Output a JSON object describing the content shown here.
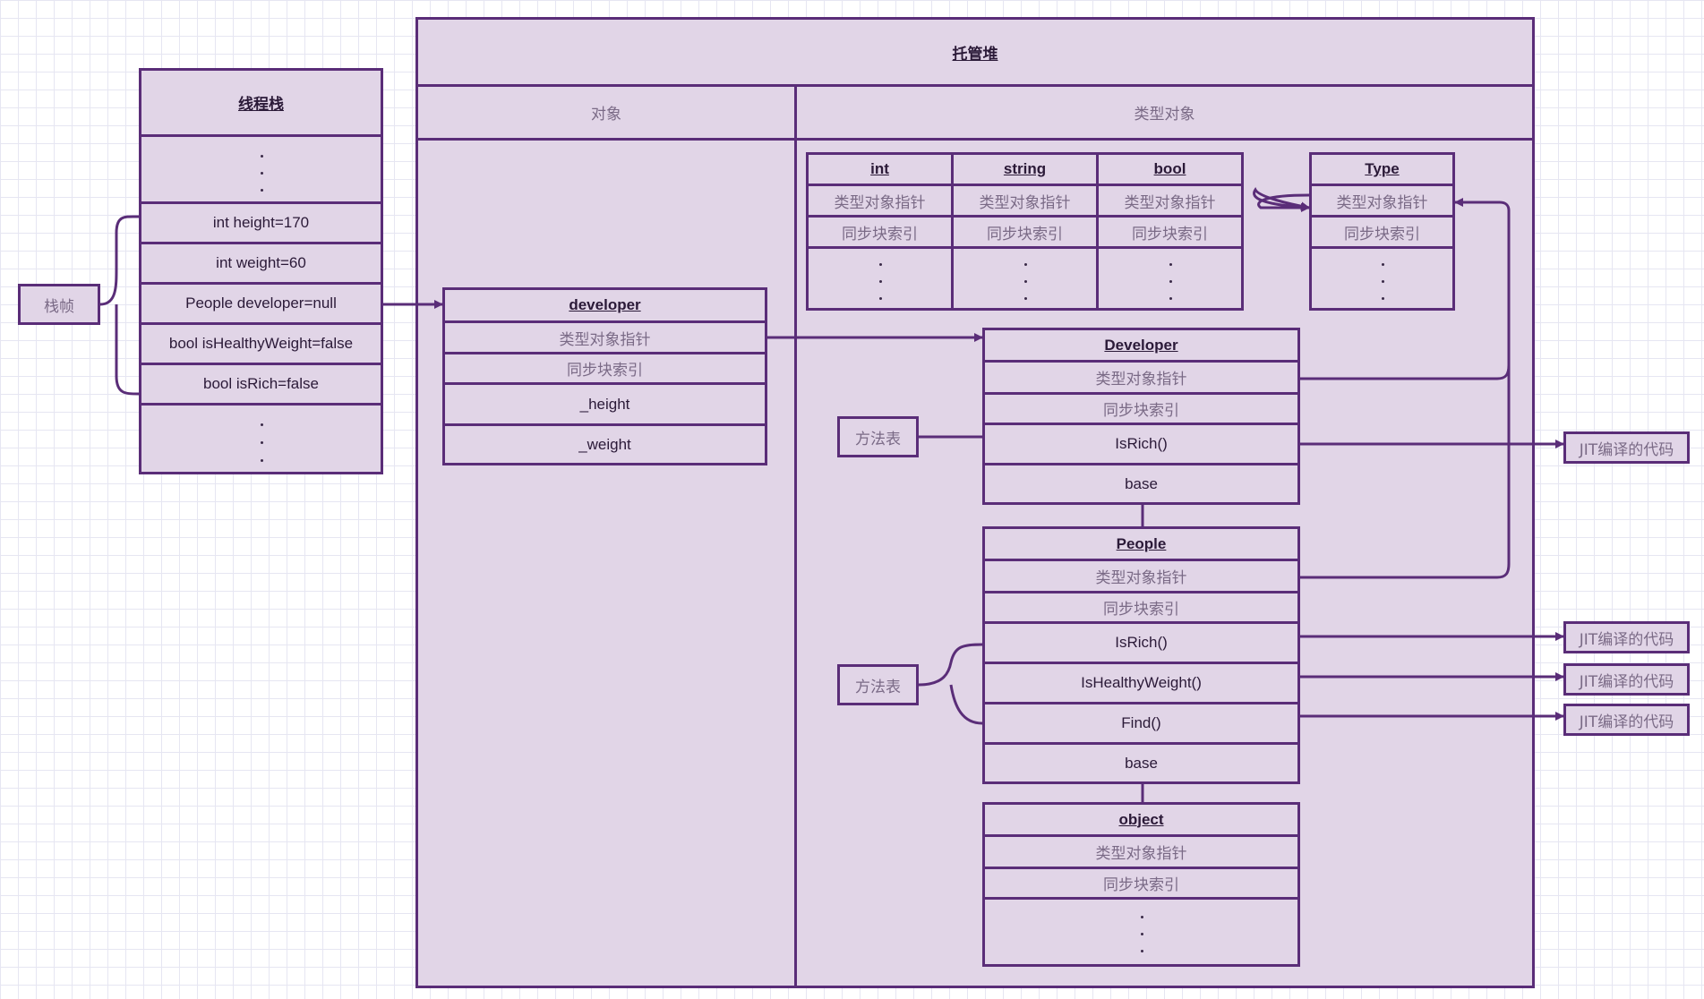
{
  "thread_stack": {
    "title": "线程栈",
    "rows": [
      "int height=170",
      "int weight=60",
      "People developer=null",
      "bool isHealthyWeight=false",
      "bool isRich=false"
    ]
  },
  "stack_frame": {
    "label": "栈帧"
  },
  "managed_heap": {
    "title": "托管堆",
    "objects_header": "对象",
    "type_objects_header": "类型对象"
  },
  "developer_instance": {
    "title": "developer",
    "rows": [
      "类型对象指针",
      "同步块索引",
      "_height",
      "_weight"
    ]
  },
  "small_types": [
    {
      "title": "int",
      "rows": [
        "类型对象指针",
        "同步块索引"
      ]
    },
    {
      "title": "string",
      "rows": [
        "类型对象指针",
        "同步块索引"
      ]
    },
    {
      "title": "bool",
      "rows": [
        "类型对象指针",
        "同步块索引"
      ]
    }
  ],
  "type_type": {
    "title": "Type",
    "rows": [
      "类型对象指针",
      "同步块索引"
    ]
  },
  "developer_type": {
    "title": "Developer",
    "rows": [
      "类型对象指针",
      "同步块索引",
      "IsRich()",
      "base"
    ]
  },
  "people_type": {
    "title": "People",
    "rows": [
      "类型对象指针",
      "同步块索引",
      "IsRich()",
      "IsHealthyWeight()",
      "Find()",
      "base"
    ]
  },
  "object_type": {
    "title": "object",
    "rows": [
      "类型对象指针",
      "同步块索引"
    ]
  },
  "method_table": {
    "label": "方法表"
  },
  "jit": {
    "label": "JIT编译的代码"
  },
  "colors": {
    "stroke": "#5a2d78",
    "fill": "#e1d5e7",
    "grid": "#e6e6f2"
  }
}
